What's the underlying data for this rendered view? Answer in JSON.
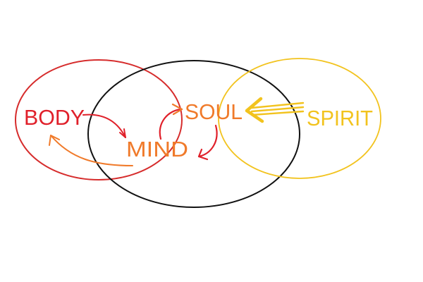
{
  "labels": {
    "body": "BODY",
    "mind": "MIND",
    "soul": "SOUL",
    "spirit": "SPIRIT"
  },
  "colors": {
    "body": "#e0202a",
    "mind": "#f07a2a",
    "soul": "#f07a2a",
    "spirit": "#f2c31e",
    "body_circle": "#d62c2c",
    "center_circle": "#111111",
    "spirit_circle": "#f2c31e",
    "arrow_red": "#e0202a",
    "arrow_orange": "#f07a2a",
    "arrow_yellow": "#f2c31e",
    "background": "#ffffff"
  }
}
